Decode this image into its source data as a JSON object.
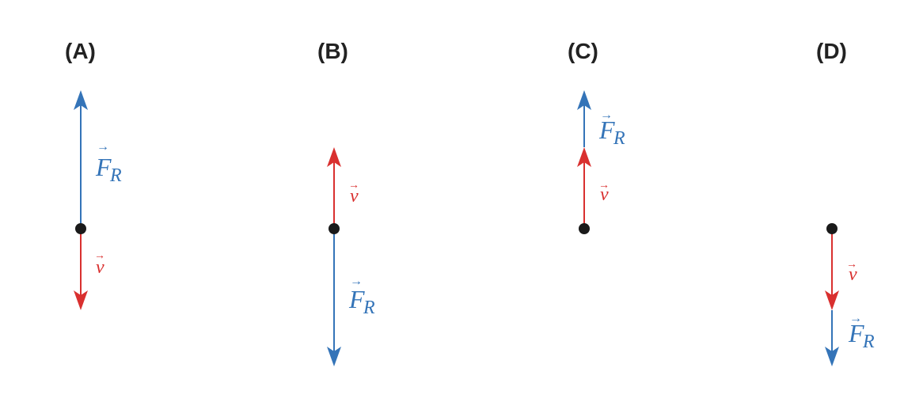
{
  "colors": {
    "force": "#3474b8",
    "velocity": "#d9302f",
    "point": "#1a1a1a",
    "label": "#222222"
  },
  "vector_symbols": {
    "force_main": "F",
    "force_sub": "R",
    "velocity": "v",
    "arrow_mark": "→"
  },
  "panels": [
    {
      "label": "(A)",
      "force_direction": "up",
      "velocity_direction": "down"
    },
    {
      "label": "(B)",
      "force_direction": "down",
      "velocity_direction": "up"
    },
    {
      "label": "(C)",
      "force_direction": "up",
      "velocity_direction": "up"
    },
    {
      "label": "(D)",
      "force_direction": "down",
      "velocity_direction": "down"
    }
  ]
}
